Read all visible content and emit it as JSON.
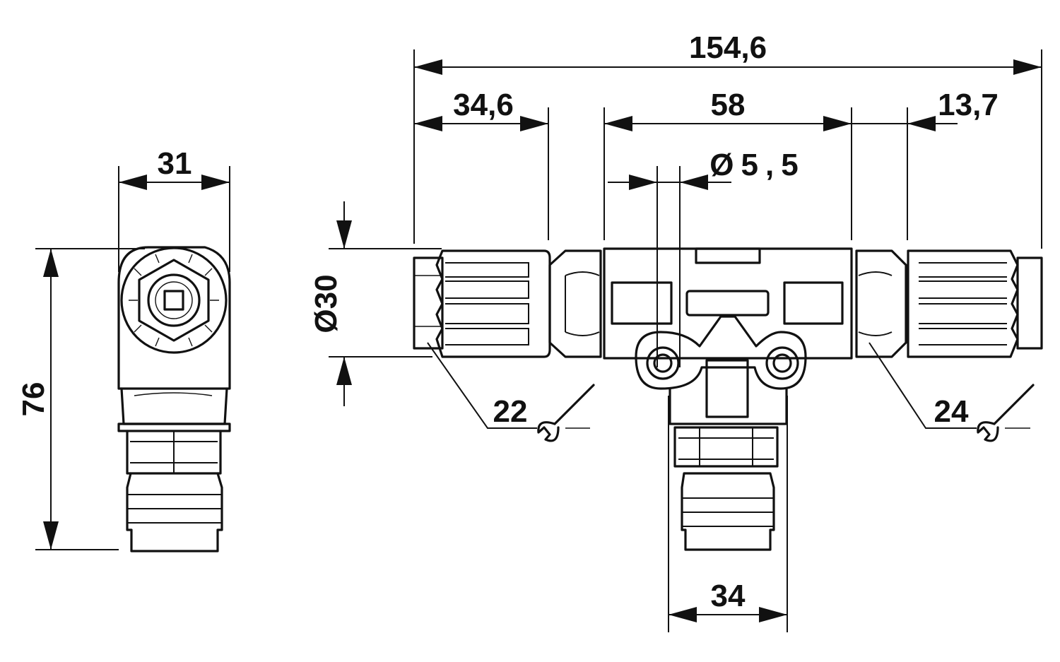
{
  "drawing": {
    "dimensions": {
      "overall_length": "154,6",
      "left_connector_length": "34,6",
      "center_body_length": "58",
      "right_connector_length": "13,7",
      "mounting_hole_diameter": "Ø5,5",
      "side_view_width": "31",
      "side_view_height": "76",
      "body_diameter": "Ø30",
      "bottom_connector_width": "34",
      "wrench_size_left": "22",
      "wrench_size_right": "24"
    }
  }
}
